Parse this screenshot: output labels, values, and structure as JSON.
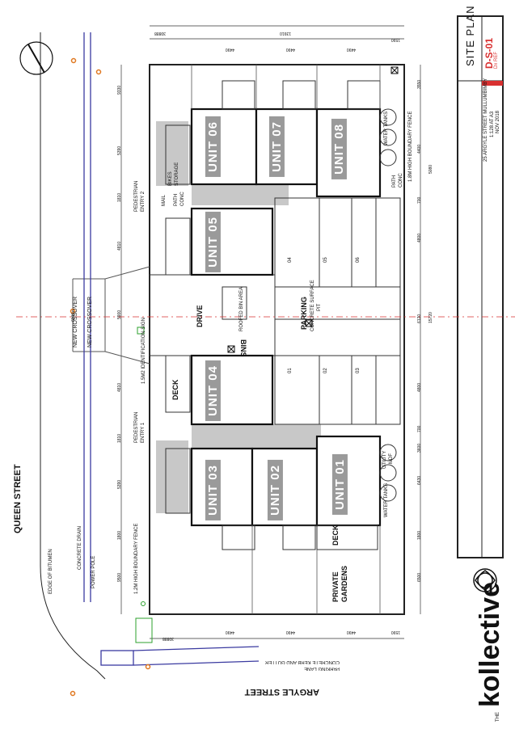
{
  "drawing": {
    "title": "SITE PLAN",
    "number": "D-S-01",
    "revision": "Dx REF",
    "address": "25 ARGYLE STREET MULLUMBIMBY",
    "scale": "1:128 AT A3",
    "date": "NOV 2018",
    "brand_small": "THE",
    "brand": "kollective"
  },
  "streets": {
    "queen": "QUEEN STREET",
    "argyle": "ARGYLE STREET",
    "edge_bitumen": "EDGE OF BITUMEN",
    "concrete_drain": "CONCRETE DRAIN",
    "power_pole": "POWER POLE",
    "parking_lane": "PARKING LANE",
    "kerb": "CONCRETE KERB AND GUTTER",
    "new_crossover_1": "NEW CROSSOVER",
    "new_crossover_2": "NEW CROSSOVER"
  },
  "units": [
    "UNIT 06",
    "UNIT 07",
    "UNIT 08",
    "UNIT 05",
    "UNIT 04",
    "UNIT 03",
    "UNIT 02",
    "UNIT 01"
  ],
  "labels": {
    "drive": "DRIVE",
    "parking": "PARKING",
    "concrete_surface": "CONCRETE SURFACE",
    "pit": "PIT",
    "bins": "BINS",
    "roofed_bin": "ROOFED BIN AREA",
    "deck1": "DECK",
    "deck2": "DECK",
    "private": "PRIVATE",
    "gardens": "GARDENS",
    "water_tanks_1": "WATER TANKS",
    "water_tanks_2": "WATER TANKS",
    "utility": "UTILITY",
    "mdf": "MDF",
    "pedestrian_1": "PEDESTRIAN",
    "entry_1": "ENTRY 1",
    "pedestrian_2": "PEDESTRIAN",
    "entry_2": "ENTRY 2",
    "fence_1": "1.2M HIGH BOUNDARY FENCE",
    "fence_2": "1.8M HIGH BOUNDARY FENCE",
    "identification": "1.5M2 IDENTIFICATION SIGN",
    "bikes": "BIKES",
    "storage": "STORAGE",
    "path": "PATH",
    "conc": "CONC",
    "mail": "MAIL",
    "path2": "PATH",
    "conc2": "CONC"
  },
  "parking_bays": [
    "04",
    "05",
    "06",
    "01",
    "02",
    "03"
  ],
  "dims_left": [
    "9330",
    "5390",
    "1810",
    "4810",
    "5900",
    "4810",
    "1810",
    "5390",
    "1800",
    "9500"
  ],
  "dims_right": [
    "3550",
    "4400",
    "5080",
    "700",
    "4800",
    "15720",
    "6120",
    "4800",
    "700",
    "3600",
    "6430",
    "1800",
    "6500"
  ],
  "dims_top": [
    "30888",
    "13910",
    "4490",
    "4490",
    "4490",
    "1590"
  ],
  "dims_bottom": [
    "30888",
    "4490",
    "4490",
    "4490",
    "1590"
  ],
  "crossover_width": "6000",
  "colors": {
    "grey": "#9a9a9a",
    "blue": "#3a3aa0",
    "red": "#d93030",
    "orange": "#e07820",
    "green": "#2ca02c"
  }
}
